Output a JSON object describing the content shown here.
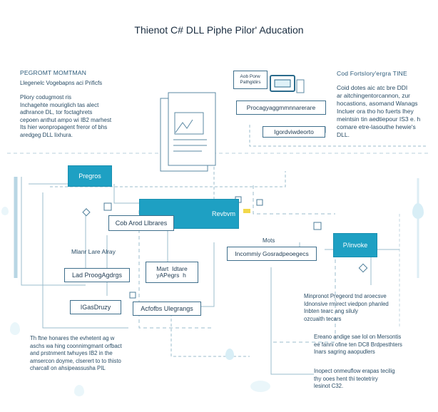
{
  "title": "Thienot C# DLL  Piphe Pilor' Aducation",
  "left_panel": {
    "heading": "PEGROMT MOMTMAN",
    "subheading": "Llegenelc Vogebapns aci Prificfs",
    "lines": [
      "Pliory codugmost ris",
      "Inchagehte mouriglich tas alect",
      "adhrance DL, tor foctaghrets",
      "cepoen anthut ampo wi IB2 marhest",
      "Its hier wonpropagent freror of bhs",
      "aredgeg DLL lixhura."
    ]
  },
  "right_panel": {
    "heading": "Cod Fortslory'ergra TINE",
    "lines": [
      "Coid dotes aic atc bre DDI",
      "ar aitchingentorcannon, zur",
      "hocastions, asomand Wanags",
      "Incluer ora tho ho fuerts lhey",
      "meintsin tin aedtiepour IS3 e. h",
      "comare etre-lasouthe hewie's",
      "DLL."
    ]
  },
  "top_center": {
    "small_label": "Aob Porw\nPathgldirs",
    "box1": "Procagyaggmmnnarerare",
    "box2": "Igordviwdeorto"
  },
  "nodes": {
    "progress": "Pregros",
    "review": "Revbvm",
    "code_libraries": "Cob Arod Llbrares",
    "pinvoke": "P/invoke",
    "maps_label": "Mots",
    "incoming": "Incommiy Gosradpeoegecs",
    "mant_label": "Mlanr Lare Alray",
    "load_box": "Lad ProogAgdrgs",
    "mart_box": "Mart  Idtare\nyAPegrs  h",
    "gasdruzy": "IGasDruzy",
    "acfolbs": "Acfofbs Ulegrangs"
  },
  "bottom_left": {
    "lines": [
      "Th ftne honares the evhetent ag w",
      "aschs wa hing coonnimgmant orfbact",
      "and prstnment twhuyes IB2 in the",
      "amsercon doyme, clserert to to thisto",
      "charcall on ahsipeassusha PIL"
    ]
  },
  "bottom_right_top": {
    "lines": [
      "Minpronot Pregeord tnd aroecsve",
      "Idnonsive rmirect viedpon phanled",
      "Inbten tearc ang siluly",
      "  ozcuaith tecars"
    ]
  },
  "bottom_right_mid": {
    "lines": [
      "Ereano andige sae lol on Mersontis",
      "ee fanni ofine ten DC8 Brdpesthters",
      "Inars sagring aaopudlers"
    ]
  },
  "bottom_right_low": {
    "lines": [
      "Inopect onmeuflow erapas tecilig",
      "thy ooes hent thi  teotetriry",
      "lesinot C32."
    ]
  },
  "colors": {
    "accent": "#1ea0c3",
    "line": "#8fb4c7",
    "text": "#1f3b52"
  }
}
